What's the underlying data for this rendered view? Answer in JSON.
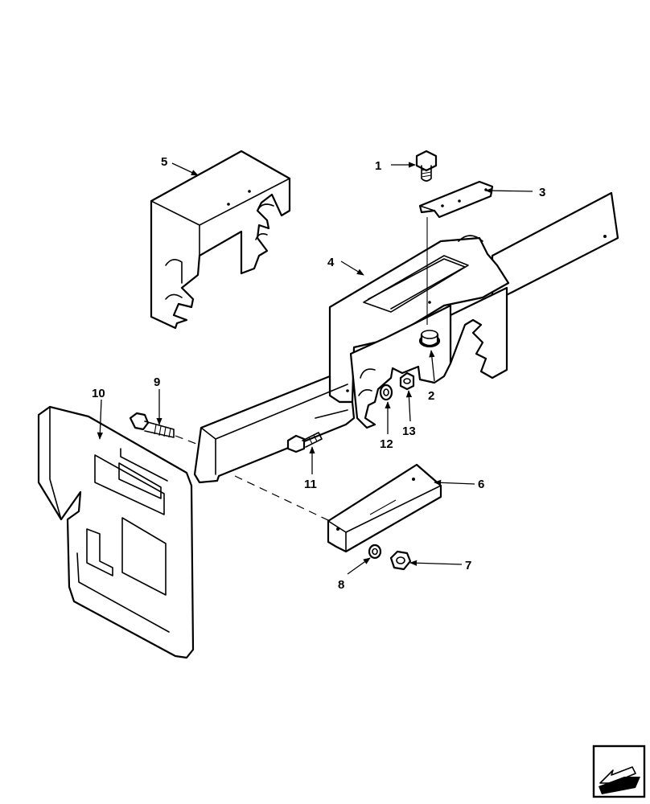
{
  "callouts": [
    {
      "id": "1",
      "text": "1"
    },
    {
      "id": "2",
      "text": "2"
    },
    {
      "id": "3",
      "text": "3"
    },
    {
      "id": "4",
      "text": "4"
    },
    {
      "id": "5",
      "text": "5"
    },
    {
      "id": "6",
      "text": "6"
    },
    {
      "id": "7",
      "text": "7"
    },
    {
      "id": "8",
      "text": "8"
    },
    {
      "id": "9",
      "text": "9"
    },
    {
      "id": "10",
      "text": "10"
    },
    {
      "id": "11",
      "text": "11"
    },
    {
      "id": "12",
      "text": "12"
    },
    {
      "id": "13",
      "text": "13"
    }
  ],
  "nav": {
    "icon": "next-page-arrow-icon"
  },
  "colors": {
    "ink": "#000000",
    "paper": "#ffffff"
  }
}
